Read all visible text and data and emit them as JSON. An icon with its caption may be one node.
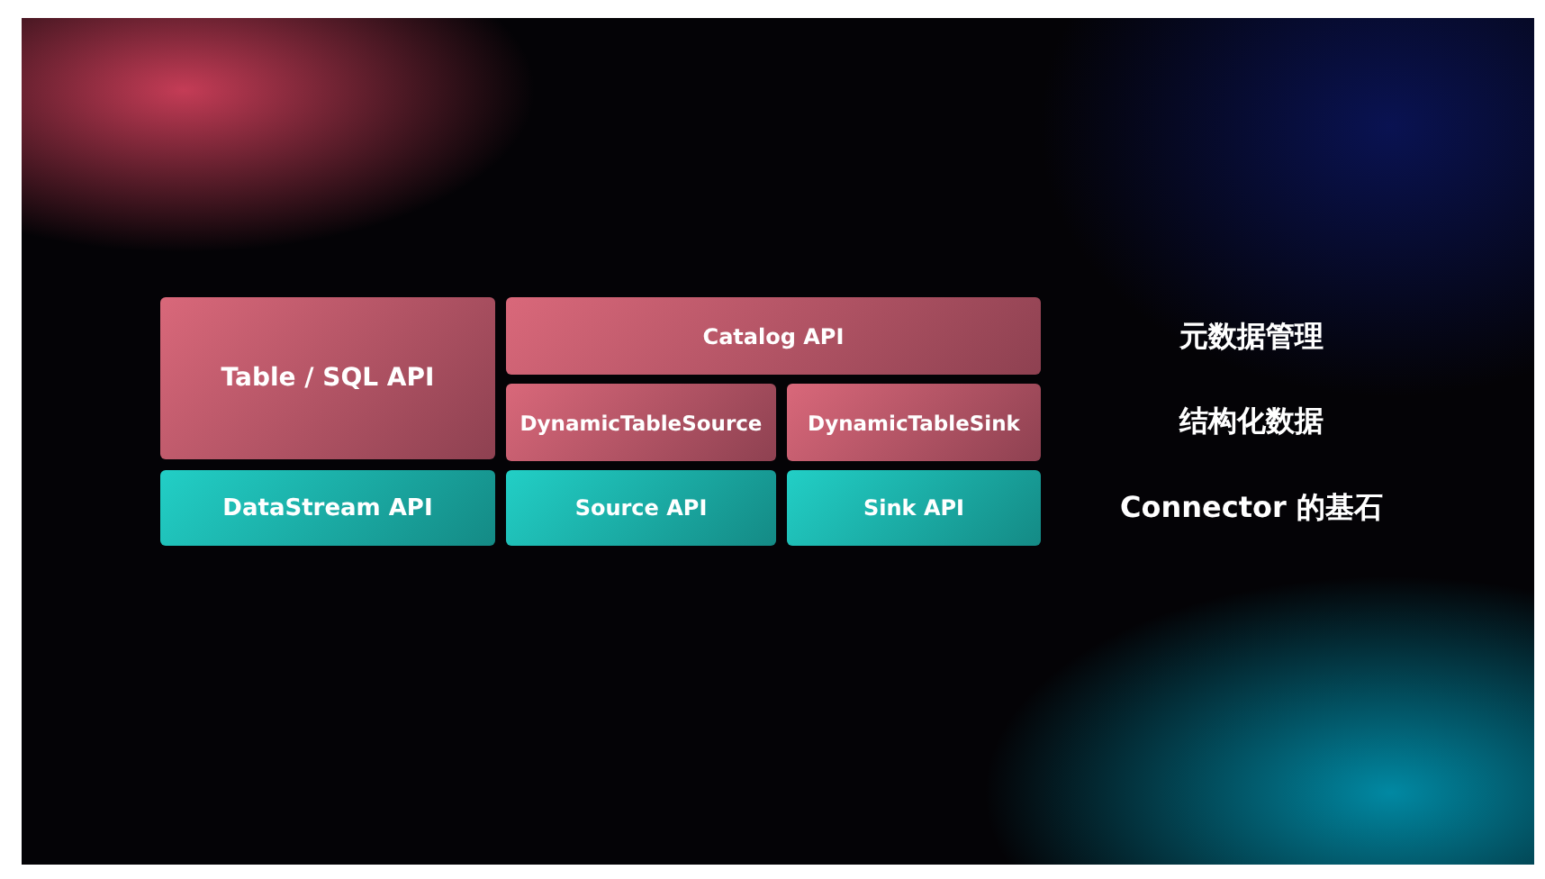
{
  "diagram": {
    "nodes": [
      {
        "text": [
          "Table / SQL API"
        ]
      },
      {
        "text": [
          "Catalog API"
        ]
      },
      {
        "text": [
          "DynamicTableSource"
        ]
      },
      {
        "text": [
          "DynamicTableSink"
        ]
      },
      {
        "text": [
          "DataStream API"
        ]
      },
      {
        "text": [
          "Source API"
        ]
      },
      {
        "text": [
          "Sink API"
        ]
      }
    ],
    "labels": [
      "元数据管理",
      "结构化数据",
      "Connector 的基石"
    ]
  }
}
